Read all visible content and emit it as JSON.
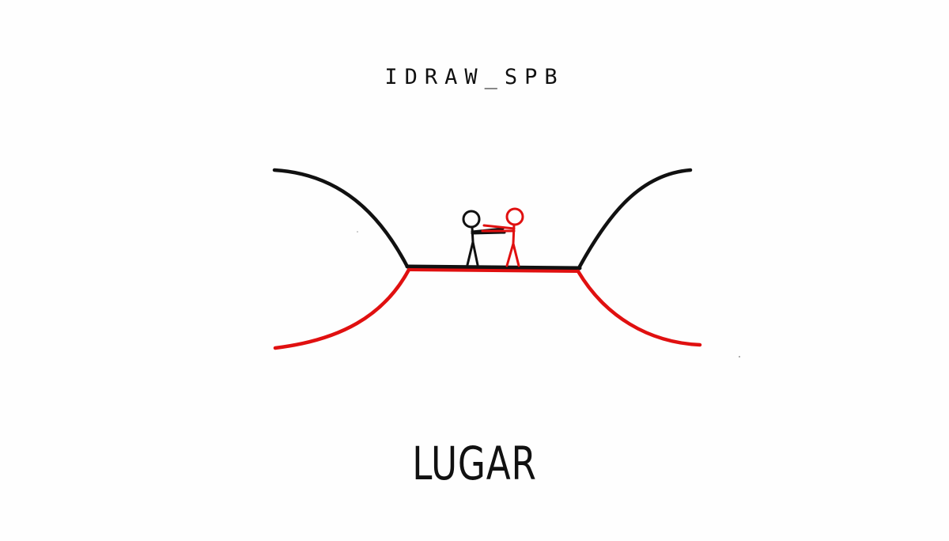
{
  "header": {
    "signature": "IDRAW_SPB"
  },
  "footer": {
    "caption": "LUGAR"
  },
  "colors": {
    "ink": "#111111",
    "accent": "#e01010",
    "paper": "#fefefe"
  },
  "figures": [
    {
      "name": "black-stick-figure",
      "color": "black"
    },
    {
      "name": "red-stick-figure",
      "color": "red"
    }
  ]
}
